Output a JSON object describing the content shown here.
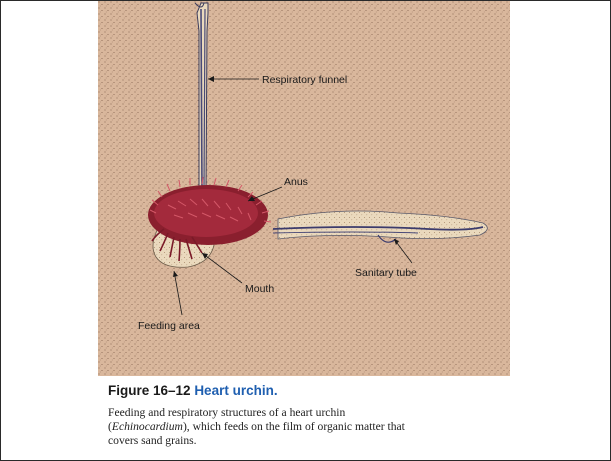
{
  "figure": {
    "labels": {
      "respiratory_funnel": "Respiratory funnel",
      "anus": "Anus",
      "sanitary_tube": "Sanitary tube",
      "mouth": "Mouth",
      "feeding_area": "Feeding area"
    },
    "colors": {
      "sand": "#d9b79c",
      "sand_dots": "#7a5a48",
      "urchin_body": "#8a1f2e",
      "urchin_spines": "#c24a5a",
      "tube_outline": "#4a4a6a",
      "feeding_area_fill": "#e9d7b8"
    }
  },
  "caption": {
    "figure_number": "Figure 16–12",
    "figure_title": "Heart urchin.",
    "body_line1": "Feeding and respiratory structures of a heart urchin",
    "body_line2_open": "(",
    "body_line2_italic": "Echinocardium",
    "body_line2_rest": "), which feeds on the film of organic matter that",
    "body_line3": "covers sand grains."
  }
}
